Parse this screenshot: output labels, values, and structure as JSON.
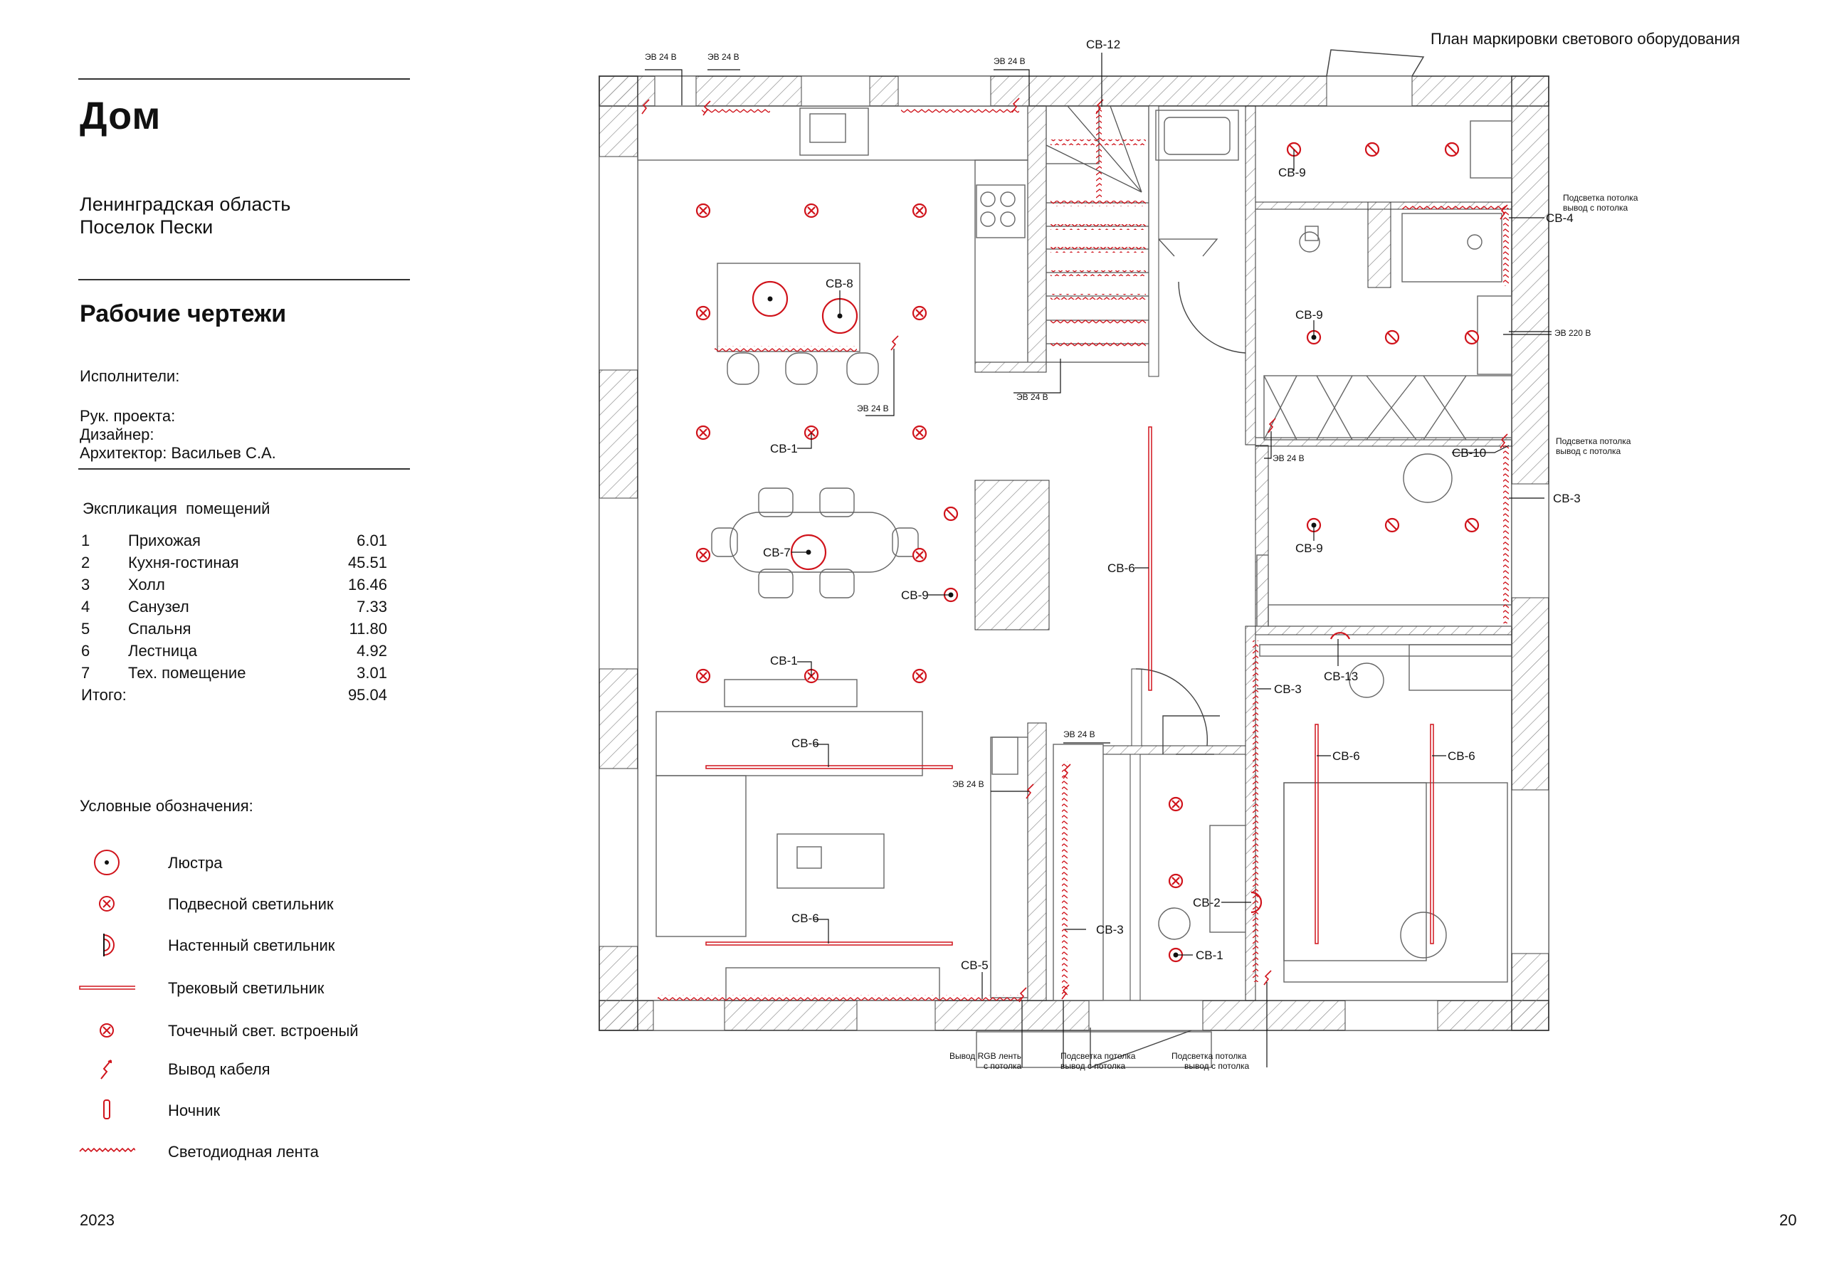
{
  "header": {
    "title": "Дом",
    "address_line1": "Ленинградская область",
    "address_line2": "Поселок Пески",
    "subtitle": "Рабочие чертежи",
    "plan_title": "План маркировки светового оборудования"
  },
  "team": {
    "heading": "Исполнители:",
    "lead": "Рук. проекта:",
    "designer": "Дизайнер:",
    "architect": "Архитектор: Васильев С.А."
  },
  "explication": {
    "heading": "Экспликация  помещений",
    "rooms": [
      {
        "num": "1",
        "name": "Прихожая",
        "area": "6.01"
      },
      {
        "num": "2",
        "name": "Кухня-гостиная",
        "area": "45.51"
      },
      {
        "num": "3",
        "name": "Холл",
        "area": "16.46"
      },
      {
        "num": "4",
        "name": "Санузел",
        "area": "7.33"
      },
      {
        "num": "5",
        "name": "Спальня",
        "area": "11.80"
      },
      {
        "num": "6",
        "name": "Лестница",
        "area": "4.92"
      },
      {
        "num": "7",
        "name": "Тех. помещение",
        "area": "3.01"
      }
    ],
    "total_label": "Итого:",
    "total_value": "95.04"
  },
  "legend": {
    "heading": "Условные обозначения:",
    "items": [
      {
        "icon": "chandelier-icon",
        "label": "Люстра"
      },
      {
        "icon": "pendant-light-icon",
        "label": "Подвесной светильник"
      },
      {
        "icon": "wall-light-icon",
        "label": "Настенный светильник"
      },
      {
        "icon": "track-light-icon",
        "label": "Трековый светильник"
      },
      {
        "icon": "spot-light-icon",
        "label": "Точечный свет. встроеный"
      },
      {
        "icon": "cable-outlet-icon",
        "label": "Вывод кабеля"
      },
      {
        "icon": "night-light-icon",
        "label": "Ночник"
      },
      {
        "icon": "led-strip-icon",
        "label": "Светодиодная лента"
      }
    ]
  },
  "plan_labels": {
    "sv1": "СВ-1",
    "sv2": "СВ-2",
    "sv3": "СВ-3",
    "sv4": "СВ-4",
    "sv5": "СВ-5",
    "sv6": "СВ-6",
    "sv7": "СВ-7",
    "sv8": "СВ-8",
    "sv9": "СВ-9",
    "sv10": "СВ-10",
    "sv12": "СВ-12",
    "sv13": "СВ-13",
    "eb24": "ЭВ 24 В",
    "eb220": "ЭВ 220 В",
    "ceil1": "Подсветка потолка",
    "ceil2": "вывод с потолка",
    "rgb1": "Вывод RGB ленты",
    "rgb2": "с потолка"
  },
  "footer": {
    "year": "2023",
    "page": "20"
  },
  "colors": {
    "accent": "#d0131b",
    "line": "#222222",
    "wall_hatch": "#777777"
  }
}
